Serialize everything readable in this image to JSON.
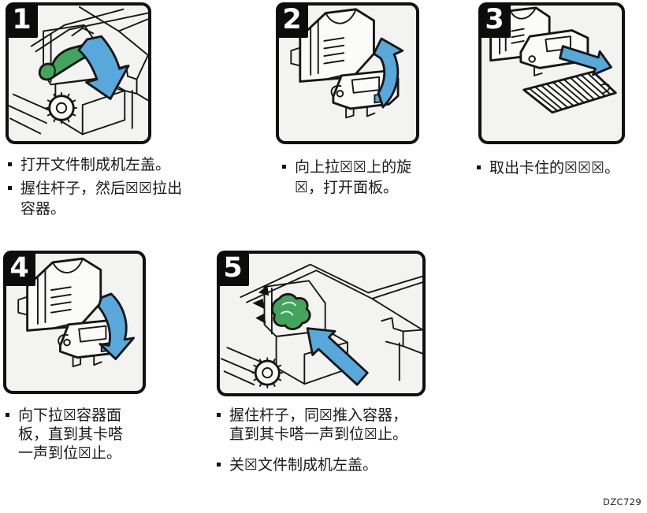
{
  "page": {
    "figure_code": "DZC729",
    "language": "zh-CN"
  },
  "colors": {
    "panel_border": "#111111",
    "panel_background": "#f3f3f1",
    "arrow_blue": "#58a8dc",
    "lever_green": "#43a45e",
    "line_black": "#161616",
    "text": "#1a1a1a"
  },
  "steps": [
    {
      "number": "1",
      "captions": [
        {
          "lines": [
            "打开文件制成机左盖。"
          ]
        },
        {
          "lines": [
            "握住杆子，然后☒☒拉出",
            "容器。"
          ]
        }
      ]
    },
    {
      "number": "2",
      "captions": [
        {
          "lines": [
            "向上拉☒☒上的旋",
            "☒，打开面板。"
          ]
        }
      ]
    },
    {
      "number": "3",
      "captions": [
        {
          "lines": [
            "取出卡住的☒☒☒。"
          ]
        }
      ]
    },
    {
      "number": "4",
      "captions": [
        {
          "lines": [
            "向下拉☒容器面",
            "板，直到其卡嗒",
            "一声到位☒止。"
          ]
        }
      ]
    },
    {
      "number": "5",
      "captions": [
        {
          "lines": [
            "握住杆子，同☒推入容器，",
            "直到其卡嗒一声到位☒止。"
          ]
        },
        {
          "lines": [
            "关☒文件制成机左盖。"
          ]
        }
      ]
    }
  ]
}
